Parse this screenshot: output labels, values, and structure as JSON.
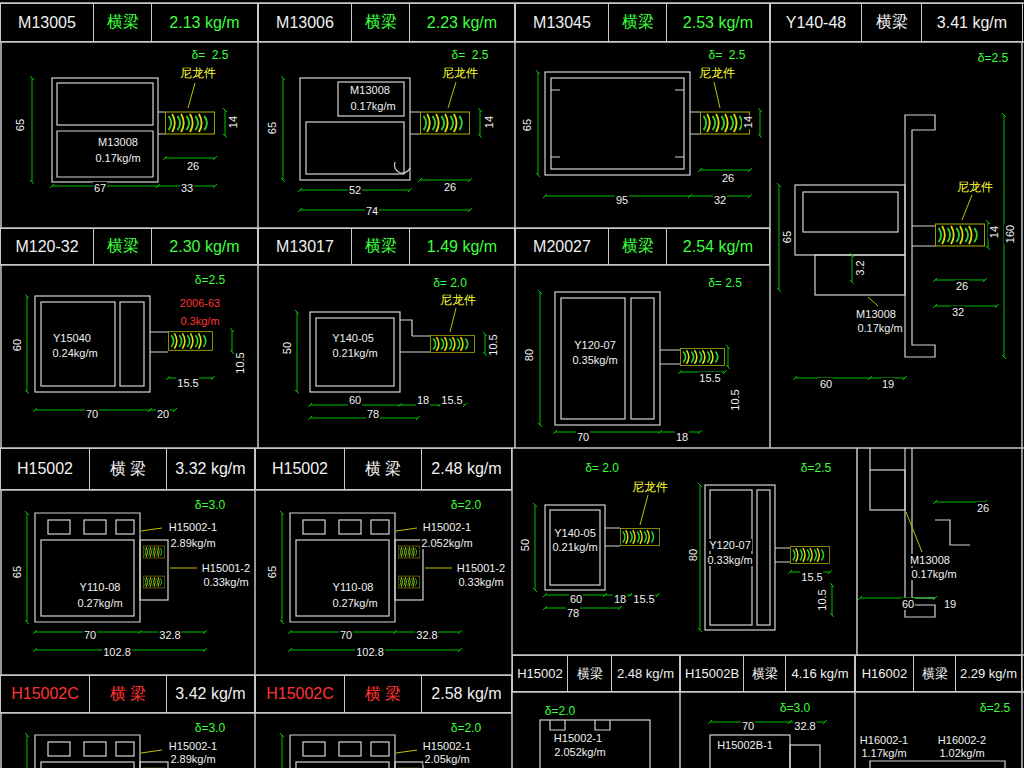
{
  "diagram": {
    "nodes": [
      {
        "text": [
          "M13005",
          "横梁",
          "2.13 kg/m"
        ]
      },
      {
        "text": [
          "M13006",
          "横梁",
          "2.23 kg/m"
        ]
      },
      {
        "text": [
          "M13045",
          "横梁",
          "2.53 kg/m"
        ]
      },
      {
        "text": [
          "Y140-48",
          "横梁",
          "3.41 kg/m"
        ]
      },
      {
        "text": [
          "M120-32",
          "横梁",
          "2.30 kg/m"
        ]
      },
      {
        "text": [
          "M13017",
          "横梁",
          "1.49 kg/m"
        ]
      },
      {
        "text": [
          "M20027",
          "横梁",
          "2.54 kg/m"
        ]
      },
      {
        "text": [
          "H15002",
          "横 梁",
          "3.32 kg/m"
        ]
      },
      {
        "text": [
          "H15002",
          "横 梁",
          "2.48 kg/m"
        ]
      },
      {
        "text": [
          "H15002",
          "横梁",
          "2.48 kg/m"
        ]
      },
      {
        "text": [
          "H15002B",
          "横梁",
          "4.16 kg/m"
        ]
      },
      {
        "text": [
          "H16002",
          "横梁",
          "2.29 kg/m"
        ]
      },
      {
        "text": [
          "H15002C",
          "横 梁",
          "3.42 kg/m"
        ]
      },
      {
        "text": [
          "H15002C",
          "横 梁",
          "2.58 kg/m"
        ]
      }
    ],
    "labels": [
      "δ=  2.5",
      "尼龙件",
      "65",
      "M13008",
      "0.17kg/m",
      "14",
      "26",
      "67",
      "33",
      "δ=  2.5",
      "尼龙件",
      "M13008",
      "0.17kg/m",
      "65",
      "14",
      "26",
      "52",
      "74",
      "δ=  2.5",
      "尼龙件",
      "65",
      "14",
      "26",
      "95",
      "32",
      "δ=2.5",
      "尼龙件",
      "65",
      "14",
      "160",
      "3.2",
      "26",
      "32",
      "M13008",
      "0.17kg/m",
      "60",
      "19",
      "δ=2.5",
      "2006-63",
      "0.3kg/m",
      "60",
      "Y15040",
      "0.24kg/m",
      "10.5",
      "15.5",
      "70",
      "20",
      "δ= 2.0",
      "尼龙件",
      "50",
      "Y140-05",
      "0.21kg/m",
      "10.5",
      "60",
      "18",
      "15.5",
      "78",
      "δ= 2.5",
      "Y120-07",
      "0.35kg/m",
      "80",
      "15.5",
      "10.5",
      "70",
      "18",
      "δ=3.0",
      "H15002-1",
      "2.89kg/m",
      "65",
      "H15001-2",
      "0.33kg/m",
      "Y110-08",
      "0.27kg/m",
      "70",
      "32.8",
      "102.8",
      "δ=2.0",
      "H15002-1",
      "2.052kg/m",
      "65",
      "H15001-2",
      "0.33kg/m",
      "Y110-08",
      "0.27kg/m",
      "70",
      "32.8",
      "102.8",
      "δ= 2.0",
      "尼龙件",
      "50",
      "Y140-05",
      "0.21kg/m",
      "60",
      "18",
      "15.5",
      "78",
      "δ=2.5",
      "80",
      "Y120-07",
      "0.33kg/m",
      "15.5",
      "10.5",
      "26",
      "M13008",
      "0.17kg/m",
      "60",
      "19",
      "δ=2.0",
      "H15002-1",
      "2.052kg/m",
      "δ=3.0",
      "70",
      "32.8",
      "H15002B-1",
      "δ=2.5",
      "H16002-1",
      "1.17kg/m",
      "H16002-2",
      "1.02kg/m",
      "δ=3.0",
      "H15002-1",
      "2.89kg/m",
      "δ=2.0",
      "H15002-1",
      "2.05kg/m"
    ]
  }
}
